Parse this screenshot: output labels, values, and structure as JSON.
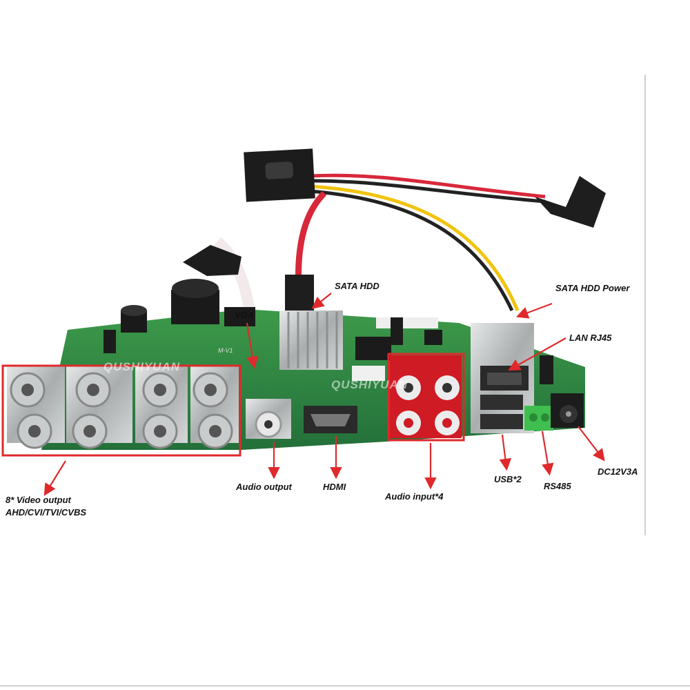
{
  "watermarks": [
    "QUSHIYUAN",
    "QUSHIYUAN"
  ],
  "board_silk": "M-V1",
  "labels": {
    "sata_hdd": "SATA HDD",
    "sata_hdd_power": "SATA HDD Power",
    "vga": "VGA",
    "lan": "LAN RJ45",
    "video_output_line1": "8* Video output",
    "video_output_line2": "AHD/CVI/TVI/CVBS",
    "audio_output": "Audio output",
    "hdmi": "HDMI",
    "audio_input": "Audio input*4",
    "usb": "USB*2",
    "rs485": "RS485",
    "dc": "DC12V3A"
  },
  "colors": {
    "pcb": "#2f8a3e",
    "annotation": "#e0292b",
    "bnc_metal": "#b9bcbd",
    "heatsink": "#d9dcde",
    "rca_red": "#cf1b24",
    "terminal_green": "#3fbf4f",
    "sata_cable": "#d8283a"
  }
}
